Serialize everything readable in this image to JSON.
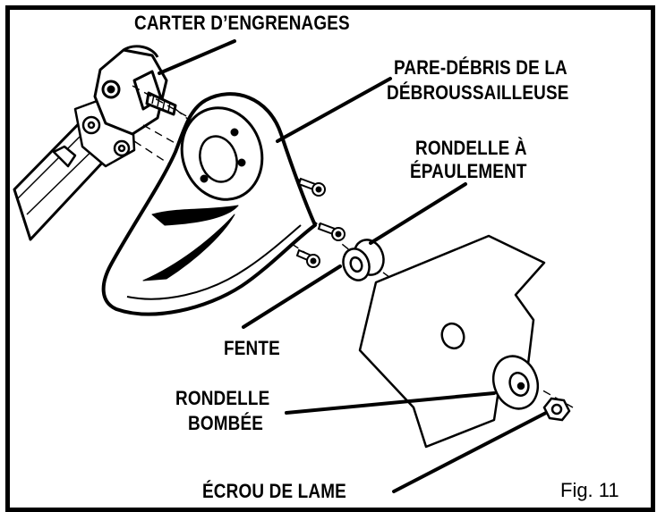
{
  "diagram": {
    "figure_label": "Fig. 11",
    "labels": {
      "gear_housing": "CARTER D’ENGRENAGES",
      "shield_line1": "PARE-DÉBRIS DE LA",
      "shield_line2": "DÉBROUSSAILLEUSE",
      "shoulder_washer_line1": "RONDELLE À",
      "shoulder_washer_line2": "ÉPAULEMENT",
      "slot": "FENTE",
      "cupped_washer_line1": "RONDELLE",
      "cupped_washer_line2": "BOMBÉE",
      "blade_nut": "ÉCROU DE LAME"
    }
  }
}
